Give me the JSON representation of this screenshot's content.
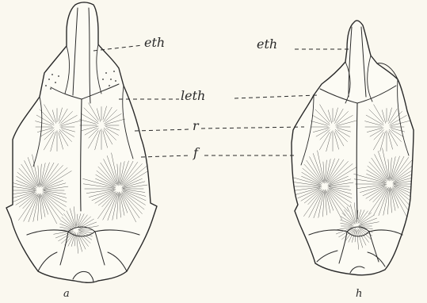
{
  "labels": {
    "eth_left": "eth",
    "eth_right": "eth",
    "leth": "leth",
    "r": "r",
    "f": "f"
  },
  "captions": {
    "a": "a",
    "b": "h"
  },
  "colors": {
    "background": "#faf8ef",
    "ink": "#2a2a2a"
  }
}
